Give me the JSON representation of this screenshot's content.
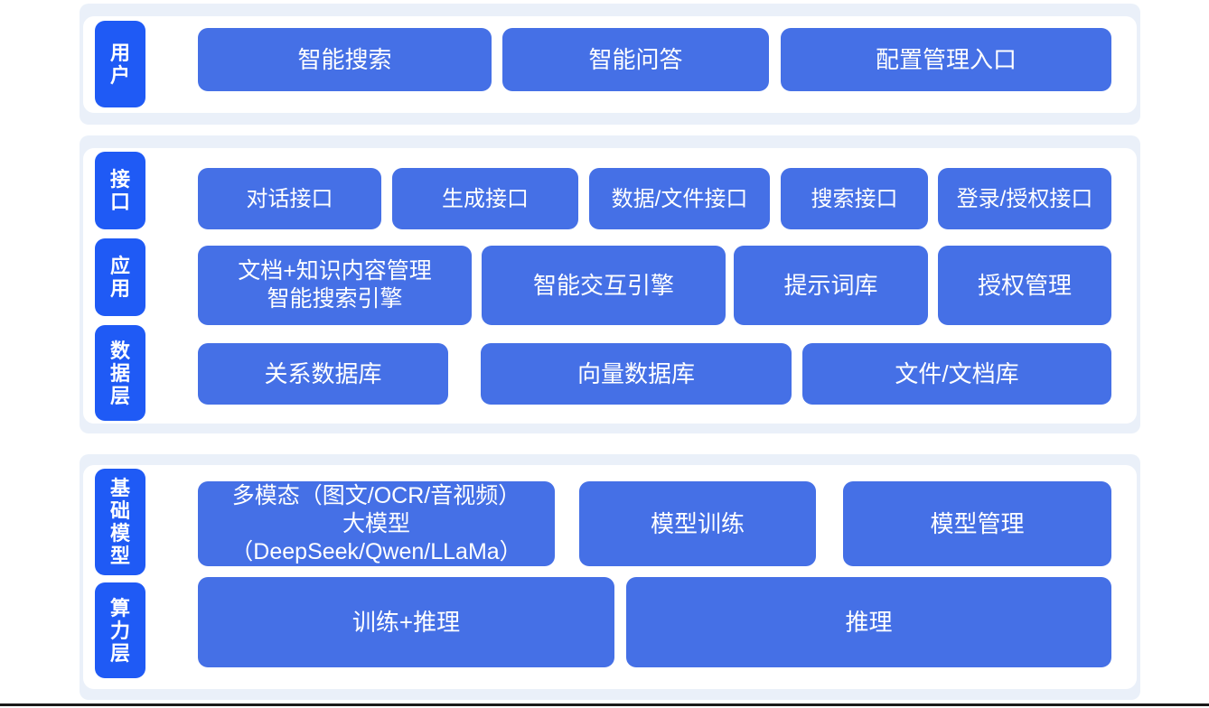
{
  "diagram": {
    "colors": {
      "tab_blue": "#1f5af5",
      "card_blue": "#4570e6",
      "section_bg": "#eaf0f9",
      "panel_bg": "#ffffff",
      "text": "#ffffff"
    },
    "sections": [
      {
        "id": "user",
        "tabs": [
          {
            "id": "user",
            "label": "用户"
          }
        ],
        "rows": [
          {
            "id": "user-row",
            "cards": [
              {
                "id": "u1",
                "label": "智能搜索"
              },
              {
                "id": "u2",
                "label": "智能问答"
              },
              {
                "id": "u3",
                "label": "配置管理入口"
              }
            ]
          }
        ]
      },
      {
        "id": "middle",
        "tabs": [
          {
            "id": "api",
            "label": "接口"
          },
          {
            "id": "app",
            "label": "应用"
          },
          {
            "id": "data",
            "label": "数据层"
          }
        ],
        "rows": [
          {
            "id": "interface-row",
            "cards": [
              {
                "id": "i1",
                "label": "对话接口"
              },
              {
                "id": "i2",
                "label": "生成接口"
              },
              {
                "id": "i3",
                "label": "数据/文件接口"
              },
              {
                "id": "i4",
                "label": "搜索接口"
              },
              {
                "id": "i5",
                "label": "登录/授权接口"
              }
            ]
          },
          {
            "id": "application-row",
            "cards": [
              {
                "id": "a1",
                "label": "文档+知识内容管理\n智能搜索引擎"
              },
              {
                "id": "a2",
                "label": "智能交互引擎"
              },
              {
                "id": "a3",
                "label": "提示词库"
              },
              {
                "id": "a4",
                "label": "授权管理"
              }
            ]
          },
          {
            "id": "data-row",
            "cards": [
              {
                "id": "d1",
                "label": "关系数据库"
              },
              {
                "id": "d2",
                "label": "向量数据库"
              },
              {
                "id": "d3",
                "label": "文件/文档库"
              }
            ]
          }
        ]
      },
      {
        "id": "base",
        "tabs": [
          {
            "id": "model",
            "label": "基础模型"
          },
          {
            "id": "compute",
            "label": "算力层"
          }
        ],
        "rows": [
          {
            "id": "model-row",
            "cards": [
              {
                "id": "m1",
                "label": "多模态（图文/OCR/音视频）\n大模型（DeepSeek/Qwen/LLaMa）"
              },
              {
                "id": "m2",
                "label": "模型训练"
              },
              {
                "id": "m3",
                "label": "模型管理"
              }
            ]
          },
          {
            "id": "compute-row",
            "cards": [
              {
                "id": "p1",
                "label": "训练+推理"
              },
              {
                "id": "p2",
                "label": "推理"
              }
            ]
          }
        ]
      }
    ]
  }
}
